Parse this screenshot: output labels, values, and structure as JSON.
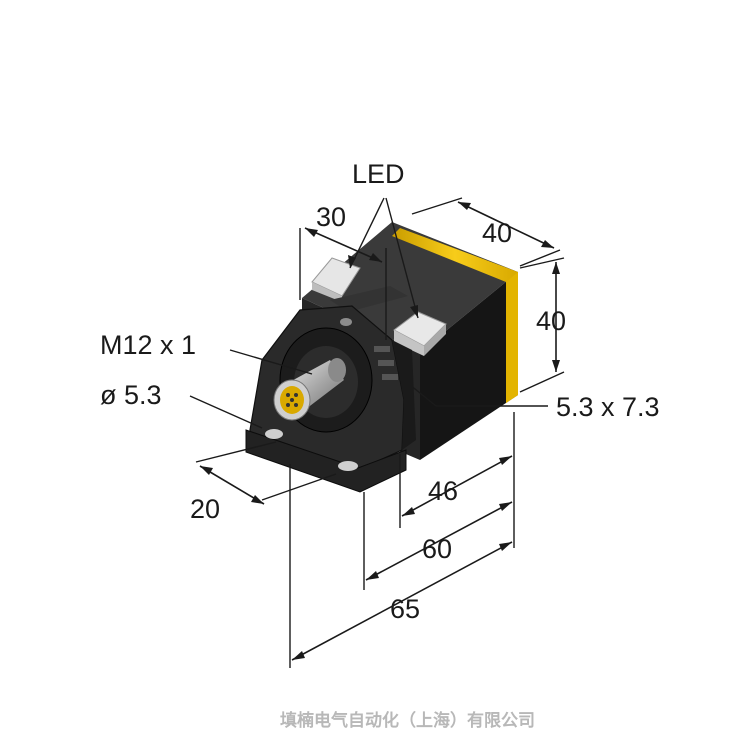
{
  "labels": {
    "led": "LED",
    "dim_30": "30",
    "dim_40_top": "40",
    "dim_40_side": "40",
    "thread": "M12 x 1",
    "hole_diameter": "ø 5.3",
    "slot": "5.3 x 7.3",
    "dim_20": "20",
    "dim_46": "46",
    "dim_60": "60",
    "dim_65": "65"
  },
  "caption": "填楠电气自动化（上海）有限公司",
  "colors": {
    "body_dark": "#1f1f1f",
    "body_mid": "#2e2e2e",
    "sensing_face": "#f2c200",
    "led_window": "#e6e6e6",
    "connector_metal": "#b9b9b9",
    "connector_insert": "#e0b000",
    "line": "#1a1a1a",
    "caption": "#b8b8b8"
  }
}
